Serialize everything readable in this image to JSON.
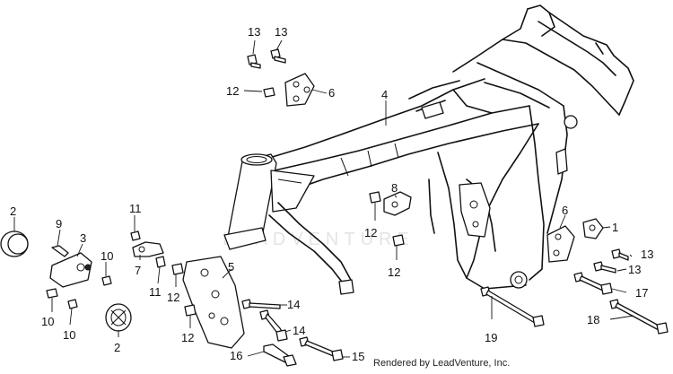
{
  "credit": "Rendered by LeadVenture, Inc.",
  "watermark": "LEADVENTURE",
  "callouts": [
    {
      "id": "c-13a",
      "label": "13"
    },
    {
      "id": "c-13b",
      "label": "13"
    },
    {
      "id": "c-12a",
      "label": "12"
    },
    {
      "id": "c-6a",
      "label": "6"
    },
    {
      "id": "c-4",
      "label": "4"
    },
    {
      "id": "c-2a",
      "label": "2"
    },
    {
      "id": "c-9",
      "label": "9"
    },
    {
      "id": "c-3",
      "label": "3"
    },
    {
      "id": "c-10a",
      "label": "10"
    },
    {
      "id": "c-10b",
      "label": "10"
    },
    {
      "id": "c-10c",
      "label": "10"
    },
    {
      "id": "c-11a",
      "label": "11"
    },
    {
      "id": "c-7",
      "label": "7"
    },
    {
      "id": "c-11b",
      "label": "11"
    },
    {
      "id": "c-2b",
      "label": "2"
    },
    {
      "id": "c-12b",
      "label": "12"
    },
    {
      "id": "c-12c",
      "label": "12"
    },
    {
      "id": "c-5",
      "label": "5"
    },
    {
      "id": "c-14a",
      "label": "14"
    },
    {
      "id": "c-14b",
      "label": "14"
    },
    {
      "id": "c-16",
      "label": "16"
    },
    {
      "id": "c-15",
      "label": "15"
    },
    {
      "id": "c-8",
      "label": "8"
    },
    {
      "id": "c-12d",
      "label": "12"
    },
    {
      "id": "c-12e",
      "label": "12"
    },
    {
      "id": "c-19",
      "label": "19"
    },
    {
      "id": "c-6b",
      "label": "6"
    },
    {
      "id": "c-1",
      "label": "1"
    },
    {
      "id": "c-13c",
      "label": "13"
    },
    {
      "id": "c-13d",
      "label": "13"
    },
    {
      "id": "c-17",
      "label": "17"
    },
    {
      "id": "c-18",
      "label": "18"
    }
  ]
}
